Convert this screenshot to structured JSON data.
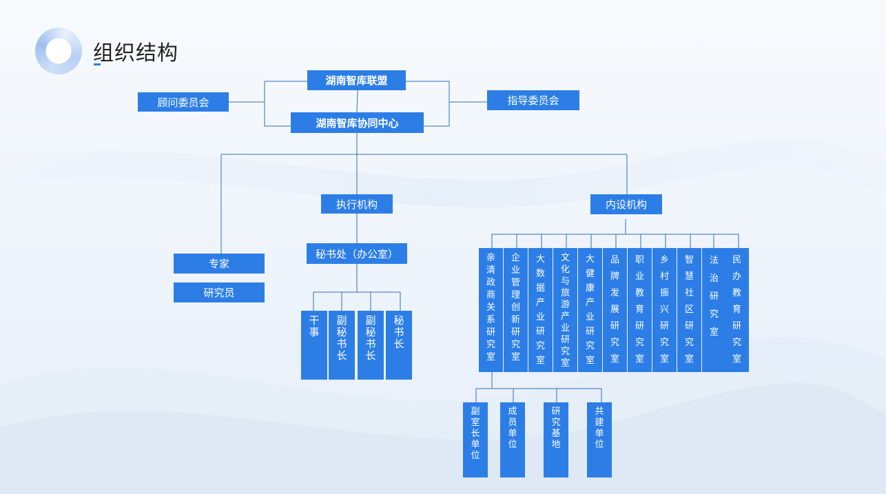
{
  "header": {
    "title": "组织结构"
  },
  "org": {
    "alliance": "湖南智库联盟",
    "center": "湖南智库协同中心",
    "advisory": "顾问委员会",
    "guidance": "指导委员会",
    "executive": "执行机构",
    "internal": "内设机构",
    "expert": "专家",
    "researcher": "研究员",
    "secretariat": "秘书处（办公室）",
    "secretariat_children": [
      "干事",
      "副秘书长",
      "副秘书长",
      "秘书长"
    ],
    "rooms": [
      "亲清政商关系研究室",
      "企业管理创新研究室",
      "大数据产业研究室",
      "文化与旅游产业研究室",
      "大健康产业研究室",
      "品牌发展研究室",
      "职业教育研究室",
      "乡村振兴研究室",
      "智慧社区研究室",
      "法治研究室",
      "民办教育研究室"
    ],
    "room_children": [
      "副室长单位",
      "成员单位",
      "研究基地",
      "共建单位"
    ]
  },
  "colors": {
    "box": "#2c7ee6",
    "line": "#2e6fb2",
    "title": "#222222"
  }
}
